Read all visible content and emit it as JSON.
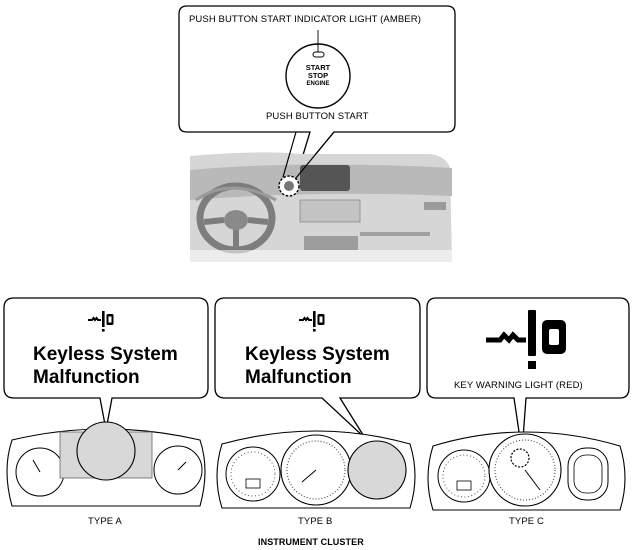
{
  "top": {
    "indicator_label": "PUSH BUTTON START INDICATOR LIGHT (AMBER)",
    "button_label": "PUSH BUTTON START",
    "button_text": {
      "line1": "START",
      "line2": "STOP",
      "line3": "ENGINE"
    }
  },
  "clusters": [
    {
      "type_label": "TYPE A",
      "message_line1": "Keyless System",
      "message_line2": "Malfunction",
      "icon": "key-warning-icon"
    },
    {
      "type_label": "TYPE B",
      "message_line1": "Keyless System",
      "message_line2": "Malfunction",
      "icon": "key-warning-icon"
    },
    {
      "type_label": "TYPE C",
      "warning_label": "KEY WARNING LIGHT (RED)",
      "icon": "key-warning-icon-large"
    }
  ],
  "footer": {
    "title": "INSTRUMENT CLUSTER"
  },
  "colors": {
    "line": "#000000",
    "highlight": "#d8d8d8",
    "dashboard": "#bdbdbd"
  }
}
